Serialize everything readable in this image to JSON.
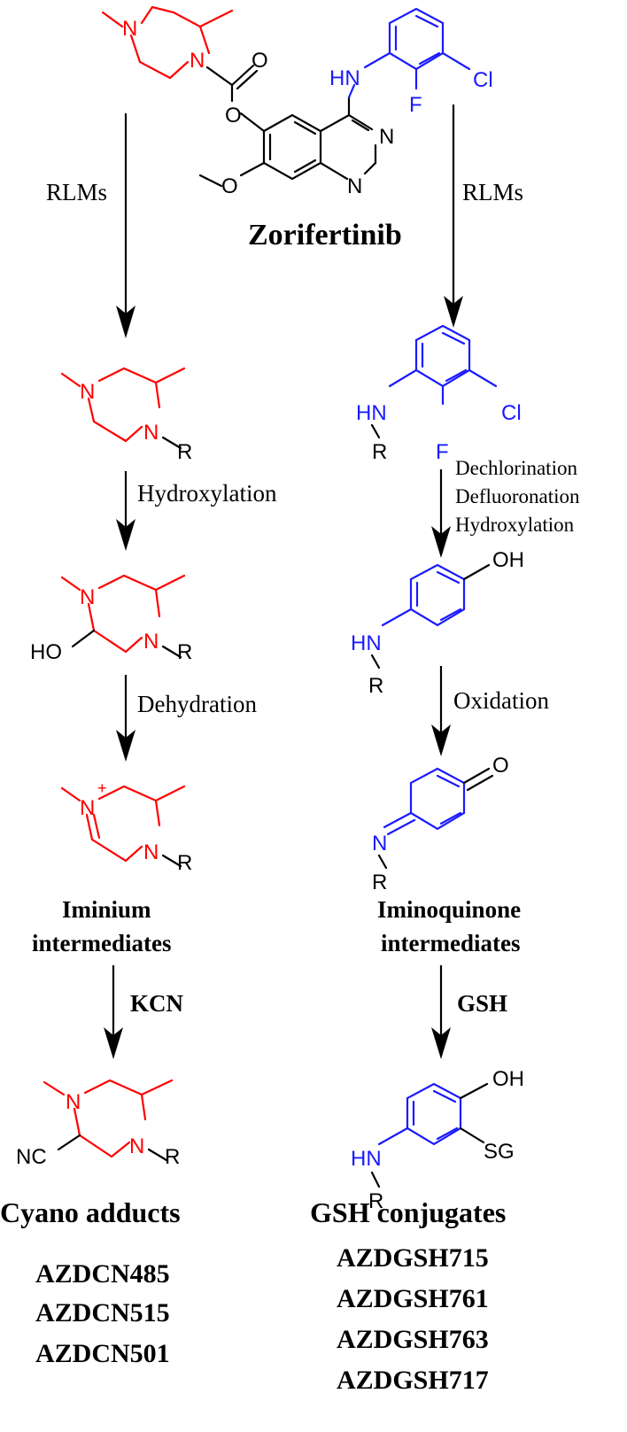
{
  "drug_name": "Zorifertinib",
  "atoms": {
    "n": "N",
    "nh": "HN",
    "o": "O",
    "cl": "Cl",
    "f": "F",
    "r": "R",
    "ho": "HO",
    "oh": "OH",
    "nc": "NC",
    "sg": "SG",
    "plus": "+"
  },
  "left_path": {
    "step1": "RLMs",
    "step2": "Hydroxylation",
    "step3": "Dehydration",
    "intermediate_line1": "Iminium",
    "intermediate_line2": "intermediates",
    "step4": "KCN",
    "adduct_title": "Cyano adducts",
    "adducts": [
      "AZDCN485",
      "AZDCN515",
      "AZDCN501"
    ]
  },
  "right_path": {
    "step1": "RLMs",
    "step2_lines": [
      "Dechlorination",
      "Defluoronation",
      "Hydroxylation"
    ],
    "step3": "Oxidation",
    "intermediate_line1": "Iminoquinone",
    "intermediate_line2": "intermediates",
    "step4": "GSH",
    "conjugate_title": "GSH conjugates",
    "conjugates": [
      "AZDGSH715",
      "AZDGSH761",
      "AZDGSH763",
      "AZDGSH717"
    ]
  },
  "colors": {
    "piperazine": "#ff0000",
    "aniline": "#1a1aff",
    "core": "#000000"
  }
}
